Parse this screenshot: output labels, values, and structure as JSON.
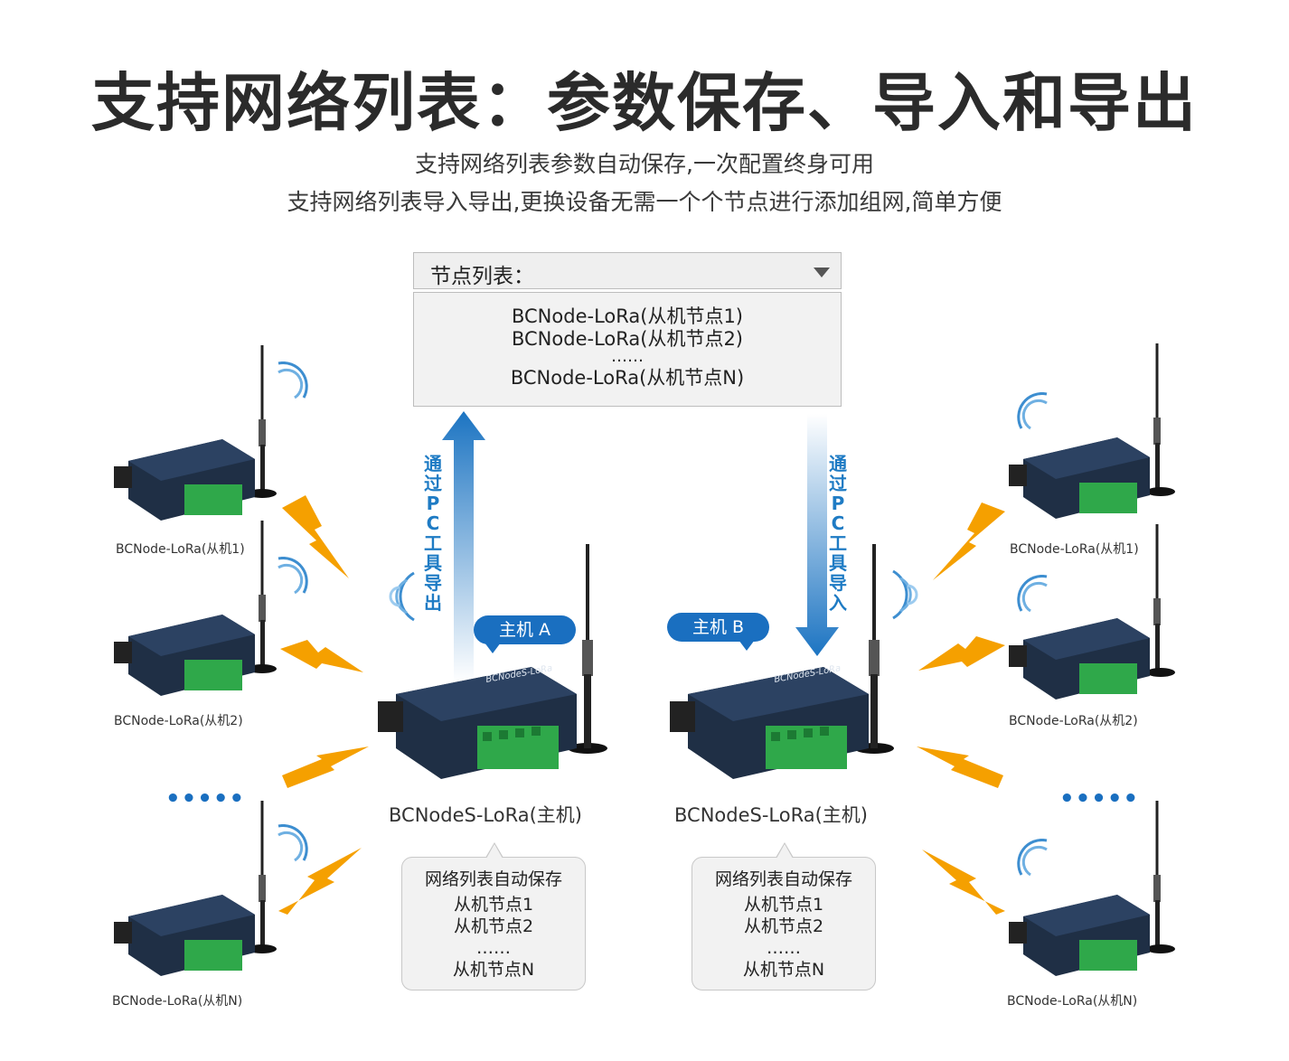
{
  "header": {
    "title": "支持网络列表：参数保存、导入和导出",
    "subtitle_1": "支持网络列表参数自动保存,一次配置终身可用",
    "subtitle_2": "支持网络列表导入导出,更换设备无需一个个节点进行添加组网,简单方便"
  },
  "node_list": {
    "dropdown_label": "节点列表：",
    "items": [
      "BCNode-LoRa(从机节点1)",
      "BCNode-LoRa(从机节点2)",
      "……",
      "BCNode-LoRa(从机节点N)"
    ]
  },
  "export_arrow": {
    "text": "通过PC工具导出"
  },
  "import_arrow": {
    "text": "通过PC工具导入"
  },
  "host_a": {
    "tag": "主机 A",
    "label": "BCNodeS-LoRa(主机)",
    "save_box": {
      "title": "网络列表自动保存",
      "items": [
        "从机节点1",
        "从机节点2",
        "……",
        "从机节点N"
      ]
    }
  },
  "host_b": {
    "tag": "主机 B",
    "label": "BCNodeS-LoRa(主机)",
    "save_box": {
      "title": "网络列表自动保存",
      "items": [
        "从机节点1",
        "从机节点2",
        "……",
        "从机节点N"
      ]
    }
  },
  "left_slaves": [
    "BCNode-LoRa(从机1)",
    "BCNode-LoRa(从机2)",
    "BCNode-LoRa(从机N)"
  ],
  "right_slaves": [
    "BCNode-LoRa(从机1)",
    "BCNode-LoRa(从机2)",
    "BCNode-LoRa(从机N)"
  ],
  "ellipsis": "•••••",
  "colors": {
    "accent": "#1a6fc0",
    "lightning": "#f5a000",
    "device_body": "#1f2f45",
    "terminal": "#2fa84a"
  }
}
